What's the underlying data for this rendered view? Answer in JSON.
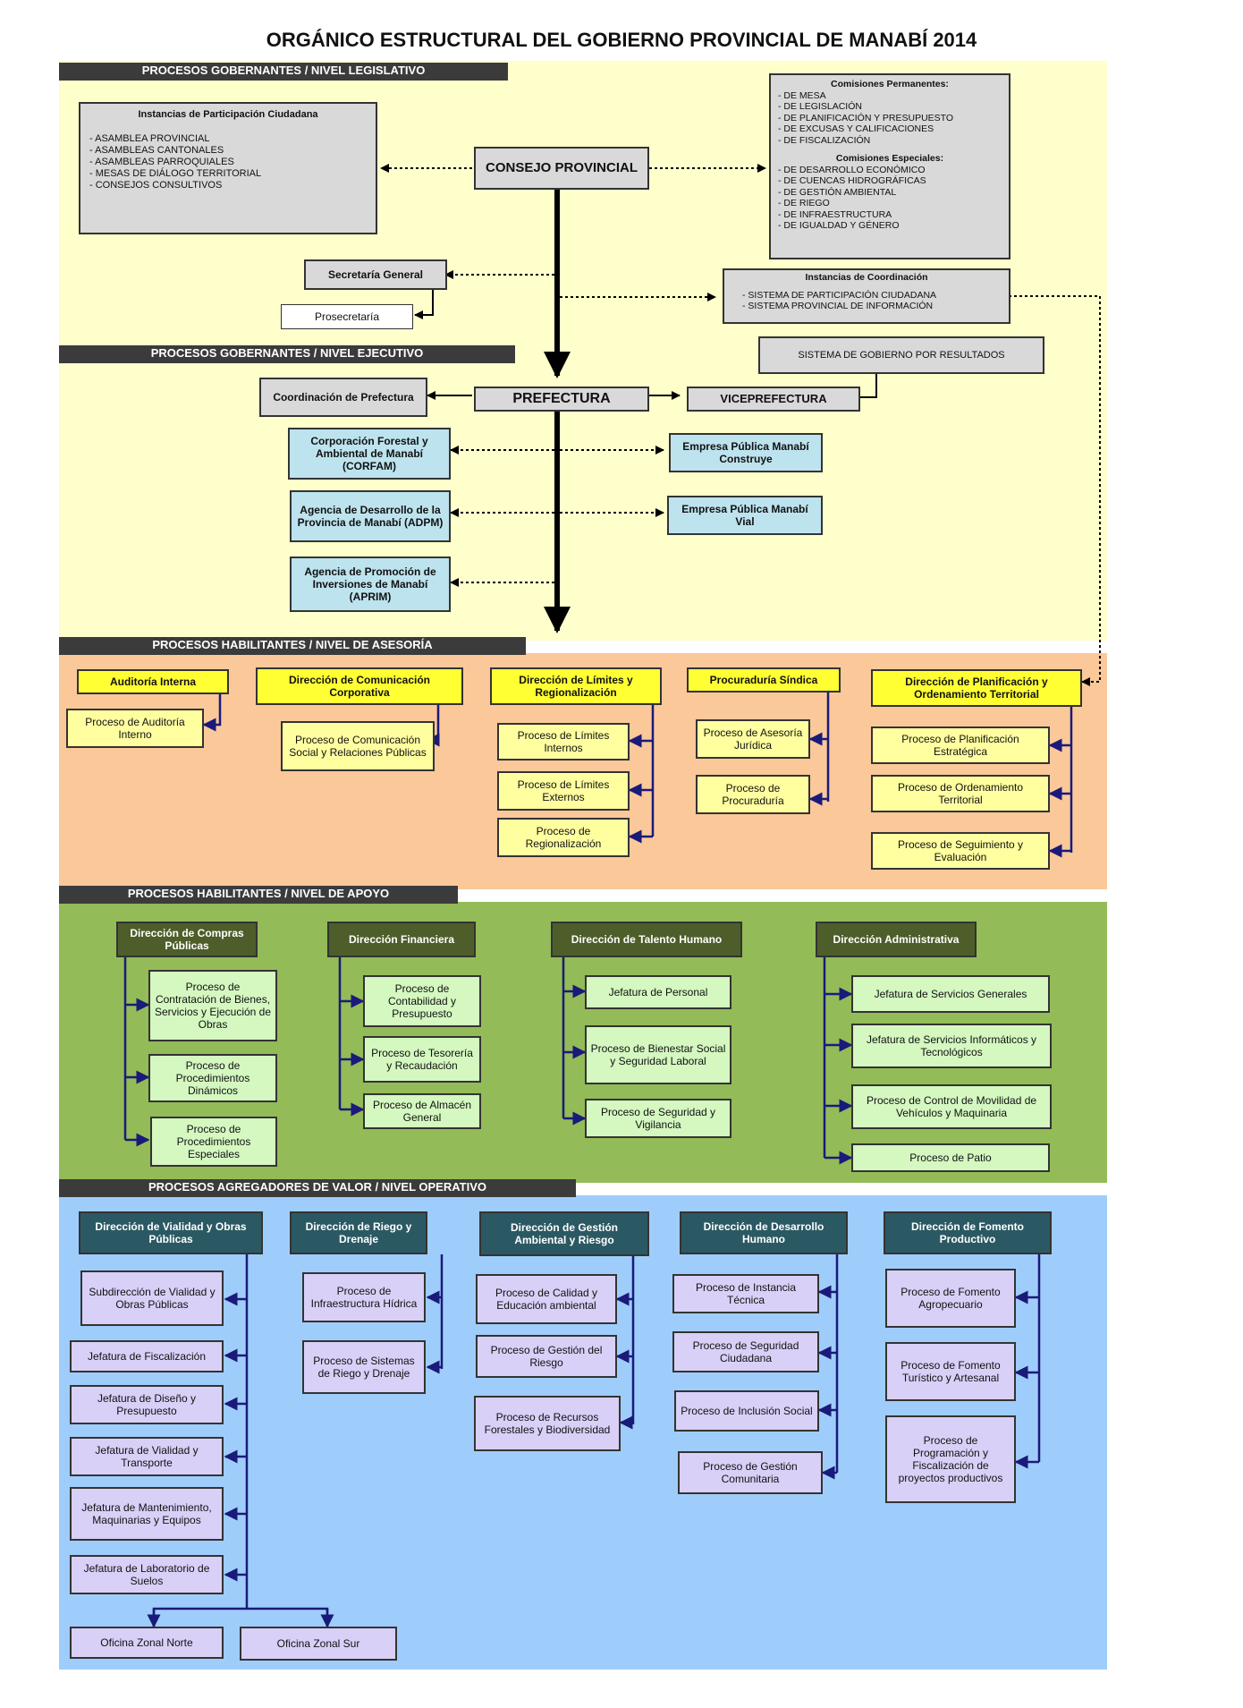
{
  "title": "ORGÁNICO ESTRUCTURAL DEL GOBIERNO PROVINCIAL DE MANABÍ 2014",
  "colors": {
    "band_governing": "#ffffcc",
    "band_advisory": "#fbc89a",
    "band_support": "#93bb57",
    "band_value": "#9fcdfb"
  },
  "legislative": {
    "header": "PROCESOS GOBERNANTES / NIVEL LEGISLATIVO",
    "participation_title": "Instancias de Participación Ciudadana",
    "participation_items": [
      "- ASAMBLEA PROVINCIAL",
      "- ASAMBLEAS CANTONALES",
      "- ASAMBLEAS PARROQUIALES",
      "- MESAS DE DIÁLOGO TERRITORIAL",
      "- CONSEJOS CONSULTIVOS"
    ],
    "council": "CONSEJO PROVINCIAL",
    "permanent_title": "Comisiones Permanentes:",
    "permanent_items": [
      "- DE MESA",
      "- DE LEGISLACIÓN",
      "- DE PLANIFICACIÓN Y PRESUPUESTO",
      "- DE EXCUSAS Y CALIFICACIONES",
      "- DE FISCALIZACIÓN"
    ],
    "special_title": "Comisiones Especiales:",
    "special_items": [
      "- DE DESARROLLO ECONÓMICO",
      "- DE CUENCAS HIDROGRÁFICAS",
      "- DE GESTIÓN AMBIENTAL",
      "- DE RIEGO",
      "- DE INFRAESTRUCTURA",
      "- DE IGUALDAD Y GÉNERO"
    ],
    "secretary": "Secretaría General",
    "prosecretary": "Prosecretaría",
    "coordination_title": "Instancias de Coordinación",
    "coordination_items": [
      "- SISTEMA DE PARTICIPACIÓN CIUDADANA",
      "- SISTEMA PROVINCIAL DE INFORMACIÓN"
    ]
  },
  "executive": {
    "header": "PROCESOS GOBERNANTES / NIVEL EJECUTIVO",
    "results_system": "SISTEMA DE GOBIERNO POR RESULTADOS",
    "coordination": "Coordinación de Prefectura",
    "prefectura": "PREFECTURA",
    "viceprefectura": "VICEPREFECTURA",
    "corfam": "Corporación Forestal y Ambiental de Manabí (CORFAM)",
    "adpm": "Agencia de Desarrollo de la Provincia de Manabí (ADPM)",
    "aprim": "Agencia de Promoción de Inversiones de Manabí (APRIM)",
    "ep_construye": "Empresa Pública Manabí Construye",
    "ep_vial": "Empresa Pública Manabí Vial"
  },
  "advisory": {
    "header": "PROCESOS HABILITANTES / NIVEL DE ASESORÍA",
    "units": [
      {
        "title": "Auditoría Interna",
        "items": [
          "Proceso de Auditoría Interno"
        ]
      },
      {
        "title": "Dirección de Comunicación Corporativa",
        "items": [
          "Proceso de Comunicación Social y Relaciones Públicas"
        ]
      },
      {
        "title": "Dirección de Límites y Regionalización",
        "items": [
          "Proceso de Límites Internos",
          "Proceso de Límites Externos",
          "Proceso de Regionalización"
        ]
      },
      {
        "title": "Procuraduría Síndica",
        "items": [
          "Proceso de Asesoría Jurídica",
          "Proceso de Procuraduría"
        ]
      },
      {
        "title": "Dirección de Planificación y Ordenamiento Territorial",
        "items": [
          "Proceso de Planificación Estratégica",
          "Proceso de Ordenamiento Territorial",
          "Proceso de Seguimiento y Evaluación"
        ]
      }
    ]
  },
  "support": {
    "header": "PROCESOS HABILITANTES / NIVEL DE APOYO",
    "units": [
      {
        "title": "Dirección de Compras Públicas",
        "items": [
          "Proceso de Contratación de Bienes, Servicios y Ejecución de Obras",
          "Proceso de Procedimientos Dinámicos",
          "Proceso de Procedimientos Especiales"
        ]
      },
      {
        "title": "Dirección Financiera",
        "items": [
          "Proceso de Contabilidad y Presupuesto",
          "Proceso de Tesorería y Recaudación",
          "Proceso de Almacén General"
        ]
      },
      {
        "title": "Dirección de Talento Humano",
        "items": [
          "Jefatura de Personal",
          "Proceso de Bienestar Social y Seguridad Laboral",
          "Proceso de Seguridad y Vigilancia"
        ]
      },
      {
        "title": "Dirección Administrativa",
        "items": [
          "Jefatura de Servicios Generales",
          "Jefatura de Servicios Informáticos y Tecnológicos",
          "Proceso de Control de Movilidad de Vehículos y Maquinaria",
          "Proceso de Patio"
        ]
      }
    ]
  },
  "value": {
    "header": "PROCESOS AGREGADORES DE VALOR / NIVEL OPERATIVO",
    "units": [
      {
        "title": "Dirección de Vialidad y Obras Públicas",
        "items": [
          "Subdirección de Vialidad y Obras Públicas",
          "Jefatura de Fiscalización",
          "Jefatura de Diseño y Presupuesto",
          "Jefatura de Vialidad y Transporte",
          "Jefatura de Mantenimiento, Maquinarias y Equipos",
          "Jefatura de Laboratorio de Suelos"
        ]
      },
      {
        "title": "Dirección de Riego y Drenaje",
        "items": [
          "Proceso de Infraestructura Hídrica",
          "Proceso de Sistemas de Riego y Drenaje"
        ]
      },
      {
        "title": "Dirección de Gestión Ambiental y Riesgo",
        "items": [
          "Proceso de Calidad y Educación ambiental",
          "Proceso de Gestión del Riesgo",
          "Proceso de Recursos Forestales y Biodiversidad"
        ]
      },
      {
        "title": "Dirección de Desarrollo Humano",
        "items": [
          "Proceso de Instancia Técnica",
          "Proceso de Seguridad Ciudadana",
          "Proceso de Inclusión Social",
          "Proceso de Gestión Comunitaria"
        ]
      },
      {
        "title": "Dirección de Fomento Productivo",
        "items": [
          "Proceso de Fomento Agropecuario",
          "Proceso de Fomento Turístico y Artesanal",
          "Proceso de Programación y Fiscalización de proyectos productivos"
        ]
      }
    ],
    "offices": [
      "Oficina Zonal Norte",
      "Oficina Zonal Sur"
    ]
  }
}
